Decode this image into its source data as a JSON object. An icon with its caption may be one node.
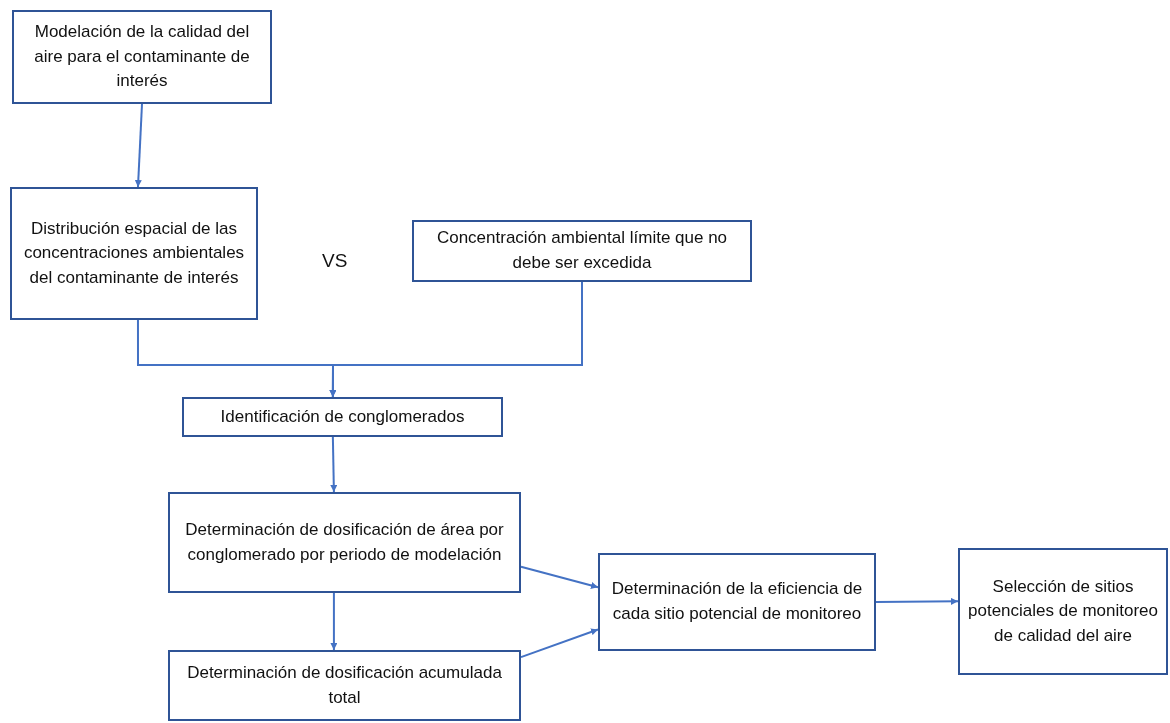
{
  "diagram": {
    "nodes": [
      {
        "text": [
          "Modelación de la calidad del aire para el contaminante de interés"
        ]
      },
      {
        "text": [
          "Distribución espacial de las concentraciones ambientales del contaminante de interés"
        ]
      },
      {
        "text": [
          "Concentración ambiental límite que no debe ser excedida"
        ]
      },
      {
        "text": [
          "Identificación de conglomerados"
        ]
      },
      {
        "text": [
          "Determinación de dosificación de área por conglomerado por periodo de modelación"
        ]
      },
      {
        "text": [
          "Determinación de dosificación acumulada total"
        ]
      },
      {
        "text": [
          "Determinación de la eficiencia de cada sitio potencial de monitoreo"
        ]
      },
      {
        "text": [
          "Selección de sitios potenciales de monitoreo de calidad del aire"
        ]
      }
    ],
    "edges": [
      {
        "from": 0,
        "to": 1,
        "arrow": "to"
      },
      {
        "from": 1,
        "to": 3,
        "arrow": "to"
      },
      {
        "from": 2,
        "to": 3,
        "arrow": "to"
      },
      {
        "from": 3,
        "to": 4,
        "arrow": "to"
      },
      {
        "from": 4,
        "to": 5,
        "arrow": "to"
      },
      {
        "from": 4,
        "to": 6,
        "arrow": "to"
      },
      {
        "from": 5,
        "to": 6,
        "arrow": "to"
      },
      {
        "from": 6,
        "to": 7,
        "arrow": "to"
      }
    ],
    "labels": [
      "VS"
    ]
  }
}
